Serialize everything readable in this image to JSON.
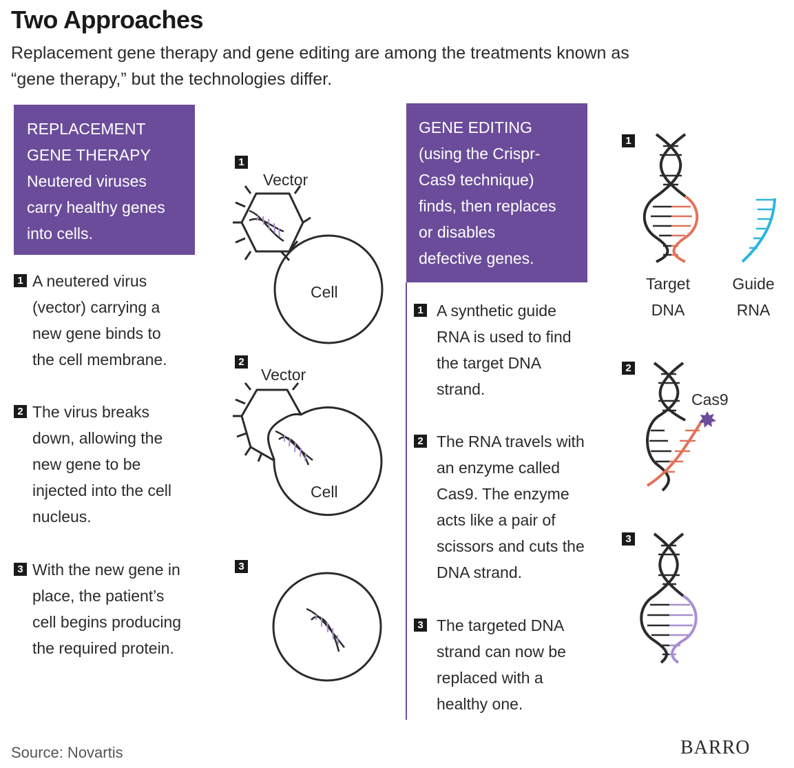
{
  "title": "Two Approaches",
  "subtitle_line1": "Replacement gene therapy and gene editing are among the treatments known as",
  "subtitle_line2": "“gene therapy,” but the technologies differ.",
  "left": {
    "box_lines": [
      "REPLACEMENT",
      "GENE THERAPY",
      "Neutered viruses",
      "carry healthy genes",
      "into cells."
    ],
    "steps": [
      {
        "num": "1",
        "lines": [
          "A neutered virus",
          "(vector) carrying a",
          "new gene binds to",
          "the cell membrane."
        ]
      },
      {
        "num": "2",
        "lines": [
          "The virus breaks",
          "down, allowing the",
          "new gene to be",
          "injected into the cell",
          "nucleus."
        ]
      },
      {
        "num": "3",
        "lines": [
          "With the new gene in",
          "place, the patient’s",
          "cell begins producing",
          "the required protein."
        ]
      }
    ],
    "diagram": {
      "num1": "1",
      "num2": "2",
      "num3": "3",
      "vector_label": "Vector",
      "cell_label": "Cell"
    }
  },
  "right": {
    "box_lines": [
      "GENE EDITING",
      "(using the Crispr-",
      "Cas9 technique)",
      "finds, then replaces",
      "or disables",
      "defective genes."
    ],
    "steps": [
      {
        "num": "1",
        "lines": [
          "A synthetic guide",
          "RNA is used to find",
          "the target DNA",
          "strand."
        ]
      },
      {
        "num": "2",
        "lines": [
          "The RNA travels with",
          "an enzyme called",
          "Cas9. The enzyme",
          "acts like a pair of",
          "scissors and cuts the",
          "DNA strand."
        ]
      },
      {
        "num": "3",
        "lines": [
          "The targeted DNA",
          "strand can now be",
          "replaced with a",
          "healthy one."
        ]
      }
    ],
    "diagram": {
      "num1": "1",
      "num2": "2",
      "num3": "3",
      "target_dna": [
        "Target",
        "DNA"
      ],
      "guide_rna": [
        "Guide",
        "RNA"
      ],
      "cas9_label": "Cas9"
    }
  },
  "source": "Source: Novartis",
  "brand": "BARRO",
  "colors": {
    "purple": "#6b4c9a",
    "orange": "#e0735a",
    "cyan": "#2bb5e0",
    "lavender": "#a98fd0",
    "black": "#2b2b2b"
  }
}
